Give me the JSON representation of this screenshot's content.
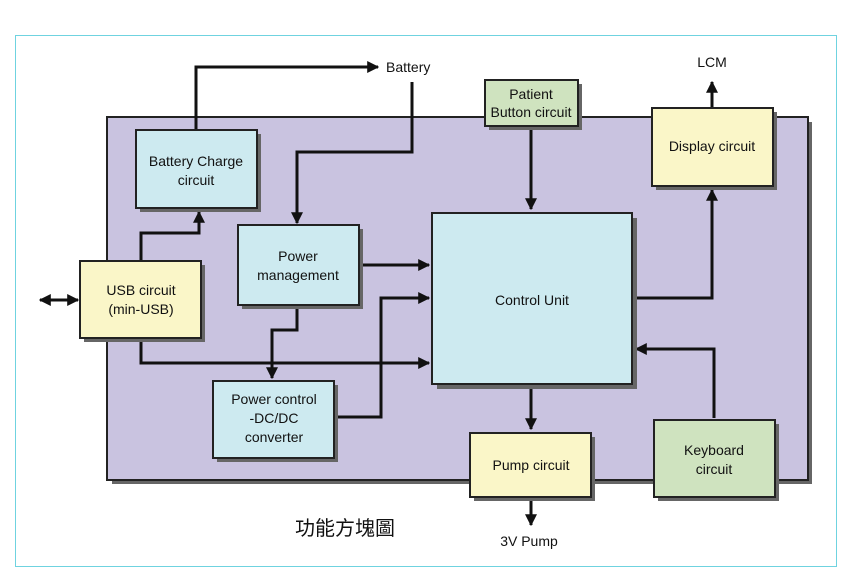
{
  "diagram": {
    "colors": {
      "background_panel": "#c9c3e0",
      "blue_block": "#cdeaf0",
      "yellow_block": "#faf6c8",
      "green_block": "#cfe3bf",
      "frame_border": "#6fd3e0"
    },
    "blocks": {
      "battery_charge": {
        "line1": "Battery Charge",
        "line2": "circuit"
      },
      "usb": {
        "line1": "USB circuit",
        "line2": "(min-USB)"
      },
      "power_management": {
        "line1": "Power",
        "line2": "management"
      },
      "power_control": {
        "line1": "Power control",
        "line2": "-DC/DC",
        "line3": "converter"
      },
      "control_unit": {
        "label": "Control Unit"
      },
      "patient_button": {
        "line1": "Patient",
        "line2": "Button circuit"
      },
      "display": {
        "label": "Display circuit"
      },
      "pump": {
        "label": "Pump circuit"
      },
      "keyboard": {
        "line1": "Keyboard",
        "line2": "circuit"
      }
    },
    "outputs": {
      "battery": "Battery",
      "lcm": "LCM",
      "pump_3v": "3V Pump"
    },
    "caption": "功能方塊圖"
  }
}
